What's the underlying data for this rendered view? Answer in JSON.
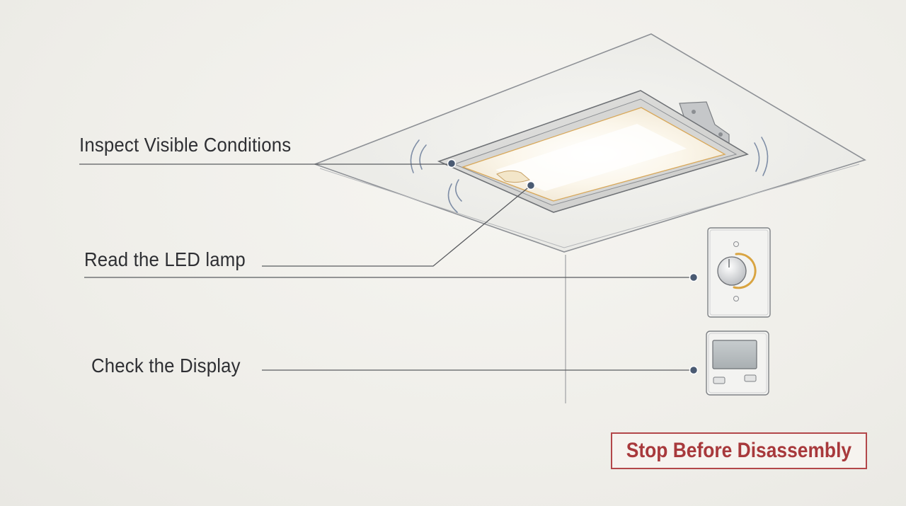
{
  "labels": {
    "inspect": "Inspect Visible Conditions",
    "read": "Read the LED lamp",
    "check": "Check the Display"
  },
  "warning": {
    "text": "Stop Before Disassembly"
  },
  "colors": {
    "warning": "#b3474a",
    "callout_dot": "#4a5a72",
    "line": "#5a5c60",
    "dimmer_accent": "#d9a441"
  }
}
